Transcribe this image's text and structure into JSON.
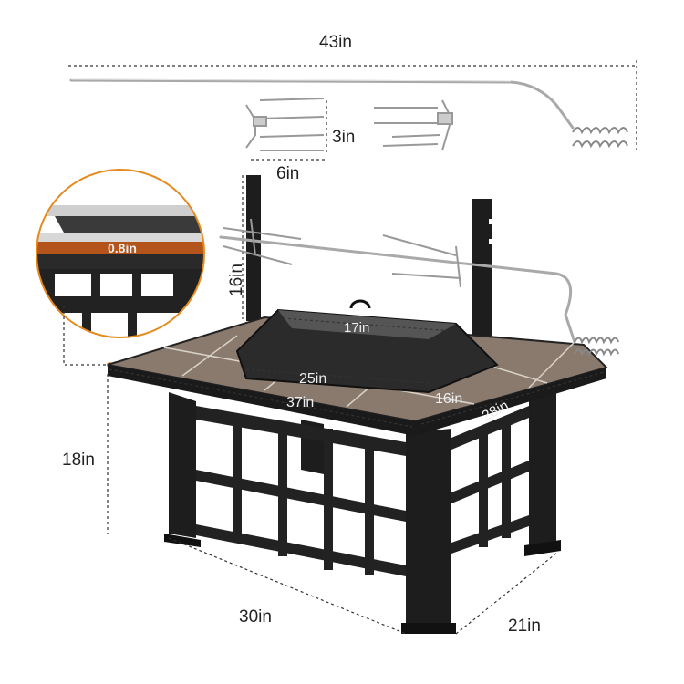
{
  "dimensions": {
    "spit_length": "43in",
    "fork_height": "3in",
    "fork_width": "6in",
    "post_height": "16in",
    "grill_top": "17in",
    "bowl_width": "25in",
    "table_length": "37in",
    "bowl_depth": "16in",
    "table_width": "28in",
    "table_height": "18in",
    "base_length": "30in",
    "base_width": "21in",
    "rim_thickness": "0.8in"
  },
  "colors": {
    "accent": "#e58a1f",
    "iron": "#1d1d1d",
    "tile": "#8a7a6e",
    "steel": "#a9a9a9"
  }
}
